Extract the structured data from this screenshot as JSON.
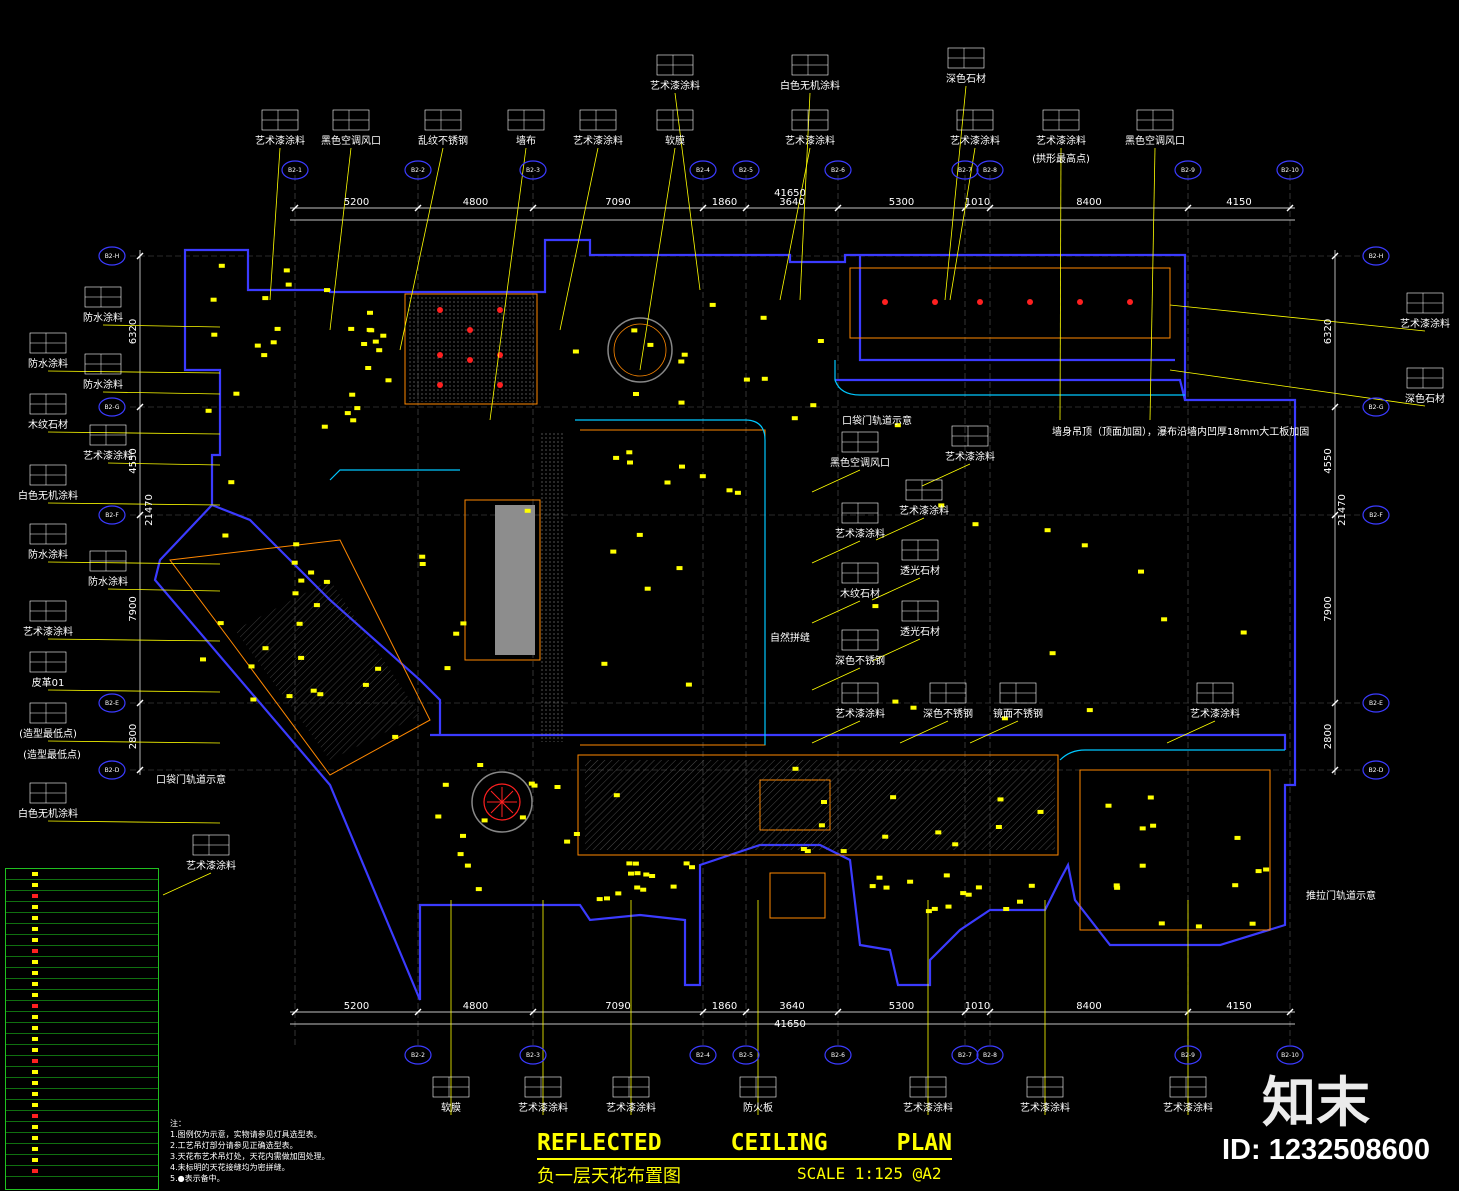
{
  "title": {
    "words": [
      "REFLECTED",
      "CEILING",
      "PLAN"
    ],
    "cn": "负一层天花布置图",
    "scale": "SCALE 1:125 @A2"
  },
  "brand": {
    "logo": "知末",
    "id": "ID: 1232508600"
  },
  "dimensions": {
    "total": "41650",
    "top": [
      "5200",
      "4800",
      "7090",
      "1860",
      "3640",
      "5300",
      "1010",
      "8400",
      "4150"
    ],
    "side": [
      "6320",
      "4550",
      "7900",
      "2800"
    ],
    "total_side": "21470",
    "right_side": [
      "6320",
      "4550",
      "7900",
      "2800"
    ]
  },
  "grid_top": [
    "B2-1",
    "B2-2",
    "B2-3",
    "B2-4",
    "B2-5",
    "B2-6",
    "B2-7",
    "B2-8",
    "B2-9",
    "B2-10"
  ],
  "grid_bottom": [
    "B2-2",
    "B2-3",
    "B2-4",
    "B2-5",
    "B2-6",
    "B2-7",
    "B2-8",
    "B2-9",
    "B2-10"
  ],
  "grid_left": [
    "B2-H",
    "B2-G",
    "B2-F",
    "B2-E",
    "B2-D"
  ],
  "grid_right": [
    "B2-H",
    "B2-G",
    "B2-F",
    "B2-E",
    "B2-D"
  ],
  "labels_top": [
    "艺术漆涂料",
    "黑色空调风口",
    "乱纹不锈钢",
    "墙布",
    "艺术漆涂料",
    "软膜",
    "艺术漆涂料",
    "白色无机涂料",
    "艺术漆涂料",
    "深色石材",
    "艺术漆涂料",
    "艺术漆涂料",
    "(拱形最高点)",
    "黑色空调风口"
  ],
  "labels_left": [
    "防水涂料",
    "防水涂料",
    "防水涂料",
    "木纹石材",
    "艺术漆涂料",
    "白色无机涂料",
    "防水涂料",
    "防水涂料",
    "艺术漆涂料",
    "皮革01",
    "(造型最低点)",
    "白色无机涂料"
  ],
  "labels_right": [
    "艺术漆涂料",
    "深色石材"
  ],
  "labels_center": [
    "口袋门轨道示意",
    "黑色空调风口",
    "艺术漆涂料",
    "艺术漆涂料",
    "艺术漆涂料",
    "透光石材",
    "木纹石材",
    "透光石材",
    "自然拼缝",
    "深色不锈钢",
    "艺术漆涂料",
    "深色不锈钢",
    "镜面不锈钢",
    "艺术漆涂料",
    "口袋门轨道示意",
    "艺术漆涂料",
    "推拉门轨道示意",
    "墙身吊顶（顶面加固），瀑布沿墙内凹厚18mm大工板加固"
  ],
  "labels_bottom": [
    "软膜",
    "艺术漆涂料",
    "艺术漆涂料",
    "防火板",
    "艺术漆涂料",
    "艺术漆涂料",
    "艺术漆涂料"
  ],
  "notes": [
    "注：",
    "1.图例仅为示意，实物请参见灯具选型表。",
    "2.工艺吊灯部分请参见正确选型表。",
    "3.天花布艺术吊灯处，天花内需做加固处理。",
    "4.未标明的天花接缝均为密拼缝。",
    "5.●表示备中。"
  ],
  "legend_rows": 28,
  "colors": {
    "background": "#000000",
    "wall": "#3b3bff",
    "dimension": "#ffffff",
    "grid_line": "#7f7f7f",
    "leader": "#ffff00",
    "light": "#ffff00",
    "accent_red": "#ff2020",
    "outline": "#ff8800",
    "cyan": "#00ffff",
    "legend_border": "#20c020"
  }
}
